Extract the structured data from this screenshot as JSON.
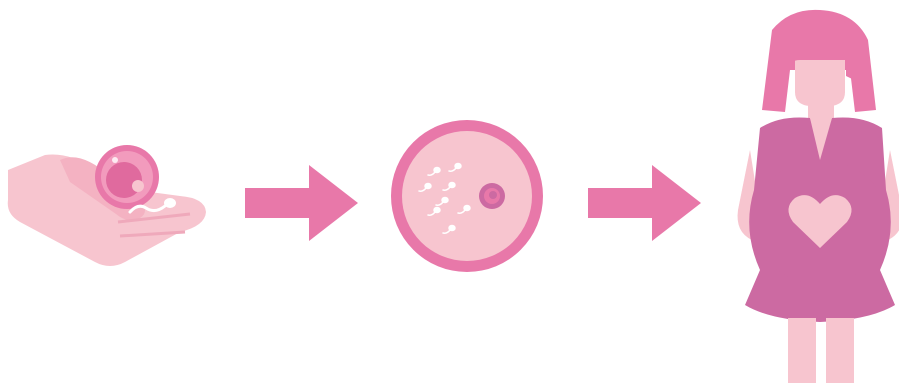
{
  "diagram": {
    "steps": [
      {
        "id": "egg-donation",
        "icon": "hand-holding-egg-icon"
      },
      {
        "id": "fertilization",
        "icon": "egg-with-sperm-icon"
      },
      {
        "id": "pregnancy",
        "icon": "pregnant-woman-icon"
      }
    ],
    "connectors": [
      {
        "icon": "arrow-right-icon"
      },
      {
        "icon": "arrow-right-icon"
      }
    ]
  },
  "colors": {
    "pink_light": "#f7c5cf",
    "pink_mid": "#e878a9",
    "magenta": "#cc6aa2",
    "white": "#ffffff"
  }
}
